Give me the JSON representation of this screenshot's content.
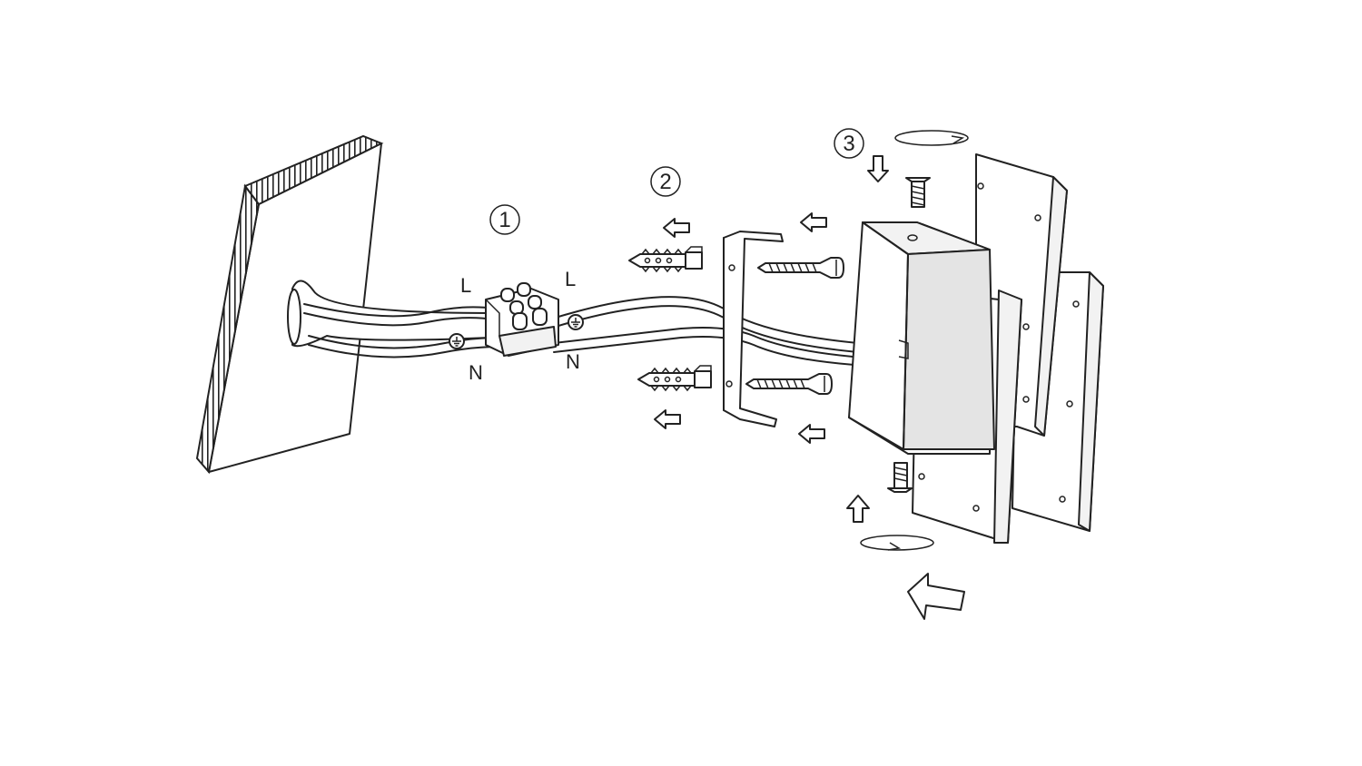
{
  "steps": [
    {
      "number": "1"
    },
    {
      "number": "2"
    },
    {
      "number": "3"
    }
  ],
  "wire_labels": {
    "live_left": "L",
    "live_right": "L",
    "neutral_left": "N",
    "neutral_right": "N"
  },
  "colors": {
    "line": "#222222",
    "background": "#ffffff"
  },
  "icons": [
    "wall-panel",
    "cable-sleeve",
    "terminal-block",
    "earth-symbol",
    "wall-plug",
    "screw",
    "mounting-bracket",
    "fixture-body",
    "rotate-arrow",
    "direction-arrow"
  ]
}
